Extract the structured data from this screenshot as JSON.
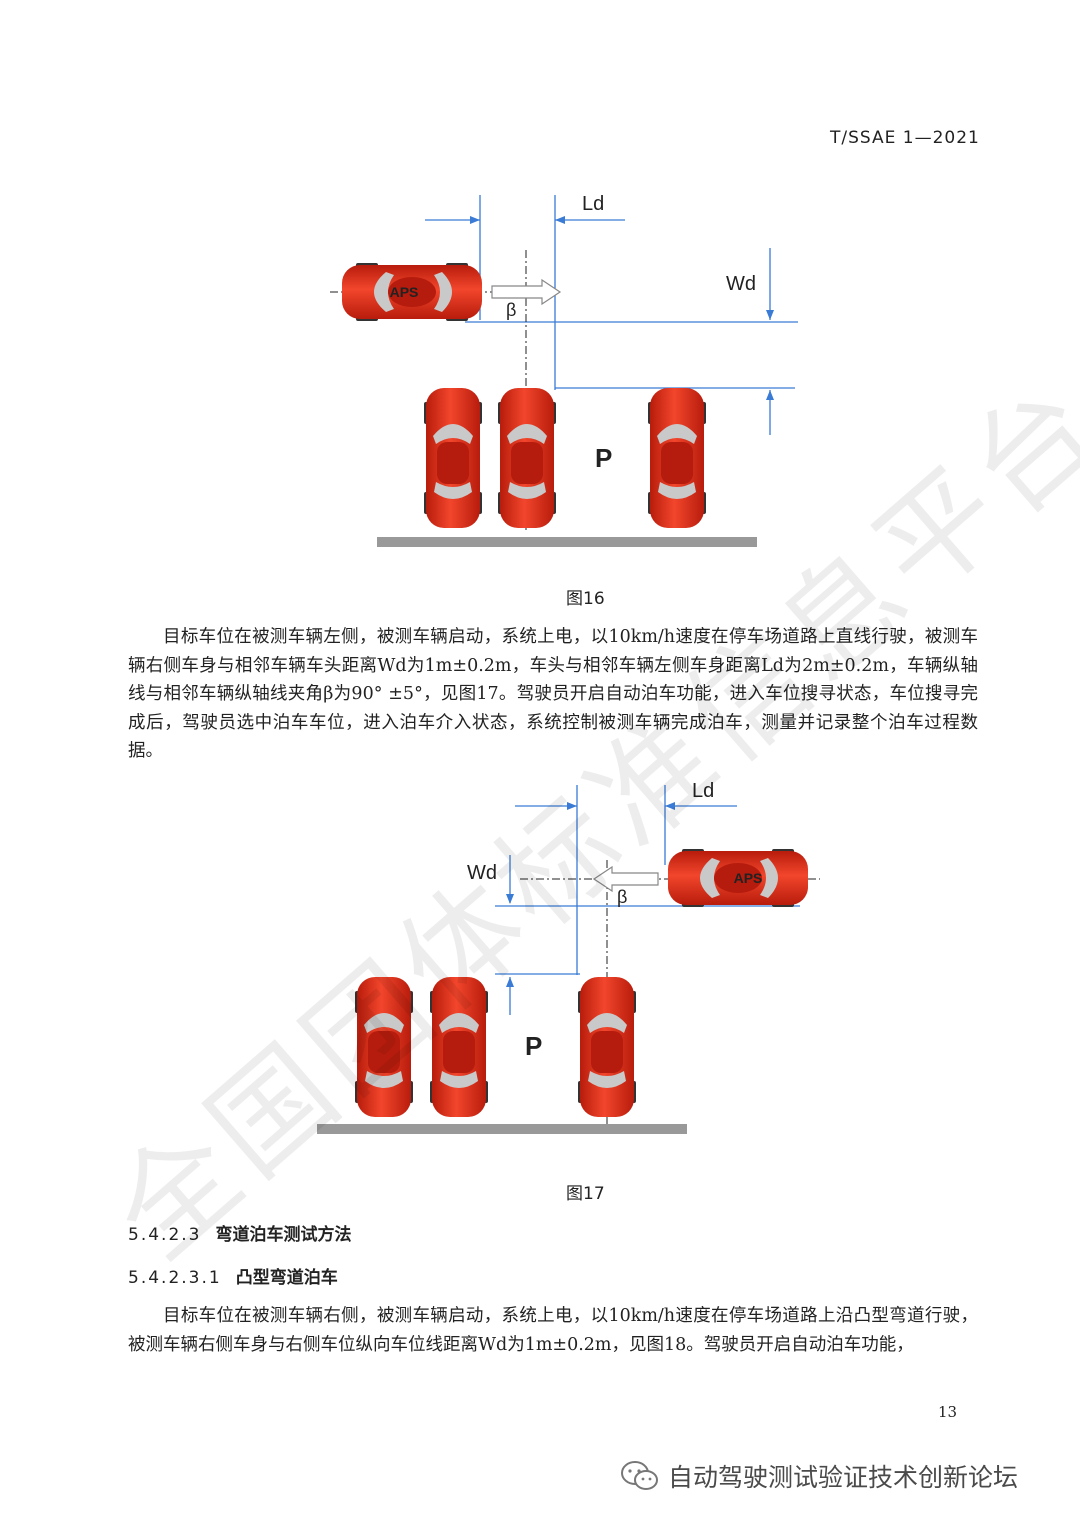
{
  "header": {
    "code": "T/SSAE 1—2021"
  },
  "figure16": {
    "caption": "图16",
    "label_ld": "Ld",
    "label_wd": "Wd",
    "label_beta": "β",
    "label_p": "P",
    "car_label": "APS"
  },
  "paragraph1": "目标车位在被测车辆左侧，被测车辆启动，系统上电，以10km/h速度在停车场道路上直线行驶，被测车辆右侧车身与相邻车辆车头距离Wd为1m±0.2m，车头与相邻车辆左侧车身距离Ld为2m±0.2m，车辆纵轴线与相邻车辆纵轴线夹角β为90° ±5°，见图17。驾驶员开启自动泊车功能，进入车位搜寻状态，车位搜寻完成后，驾驶员选中泊车车位，进入泊车介入状态，系统控制被测车辆完成泊车，测量并记录整个泊车过程数据。",
  "figure17": {
    "caption": "图17",
    "label_ld": "Ld",
    "label_wd": "Wd",
    "label_beta": "β",
    "label_p": "P",
    "car_label": "APS"
  },
  "section1": {
    "number": "5.4.2.3",
    "title": "弯道泊车测试方法"
  },
  "section2": {
    "number": "5.4.2.3.1",
    "title": "凸型弯道泊车"
  },
  "paragraph2": "目标车位在被测车辆右侧，被测车辆启动，系统上电，以10km/h速度在停车场道路上沿凸型弯道行驶，被测车辆右侧车身与右侧车位纵向车位线距离Wd为1m±0.2m，见图18。驾驶员开启自动泊车功能，",
  "page_number": "13",
  "watermark": {
    "text": "全国团体标准信息平台"
  },
  "footer": {
    "text": "自动驾驶测试验证技术创新论坛"
  },
  "colors": {
    "car_red": "#e8321e",
    "dimension_blue": "#3a7bd5",
    "ground": "#999999"
  }
}
